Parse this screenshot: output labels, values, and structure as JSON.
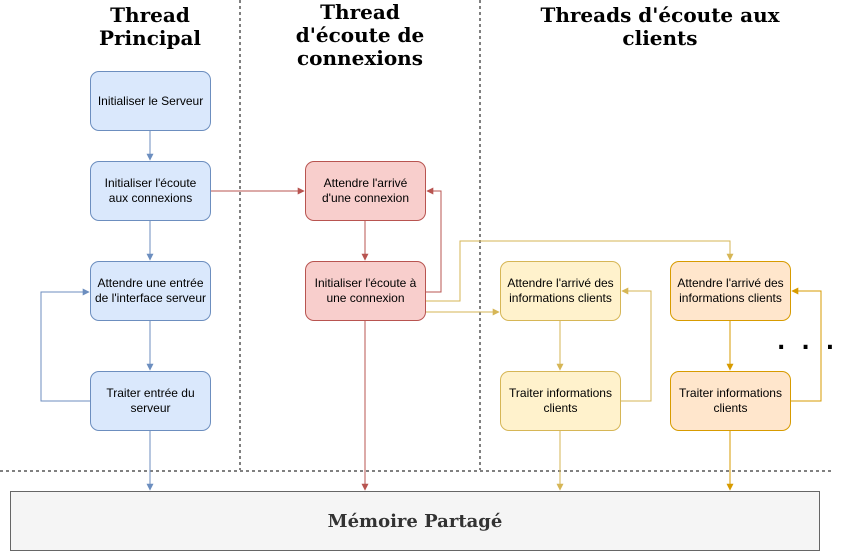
{
  "columns": {
    "main": "Thread Principal",
    "listener": "Thread d'écoute de connexions",
    "clients": "Threads d'écoute aux clients"
  },
  "boxes": {
    "init_server": "Initialiser le Serveur",
    "init_listen": "Initialiser l'écoute aux connexions",
    "wait_input": "Attendre une entrée de l'interface serveur",
    "process_input": "Traiter entrée du serveur",
    "wait_connection": "Attendre l'arrivé d'une connexion",
    "init_connection": "Initialiser l'écoute à une connexion",
    "client1_wait": "Attendre l'arrivé des informations clients",
    "client1_process": "Traiter informations clients",
    "client2_wait": "Attendre l'arrivé des informations clients",
    "client2_process": "Traiter informations clients"
  },
  "ellipsis": "...",
  "shared_memory": "Mémoire Partagé",
  "colors": {
    "blue_fill": "#dae8fc",
    "blue_stroke": "#6c8ebf",
    "red_fill": "#f8cecc",
    "red_stroke": "#b85450",
    "yellow_fill": "#fff2cc",
    "yellow_stroke": "#d6b656",
    "orange_fill": "#ffe6cc",
    "orange_stroke": "#d79b00",
    "memory_fill": "#f5f5f5",
    "memory_stroke": "#666666"
  }
}
